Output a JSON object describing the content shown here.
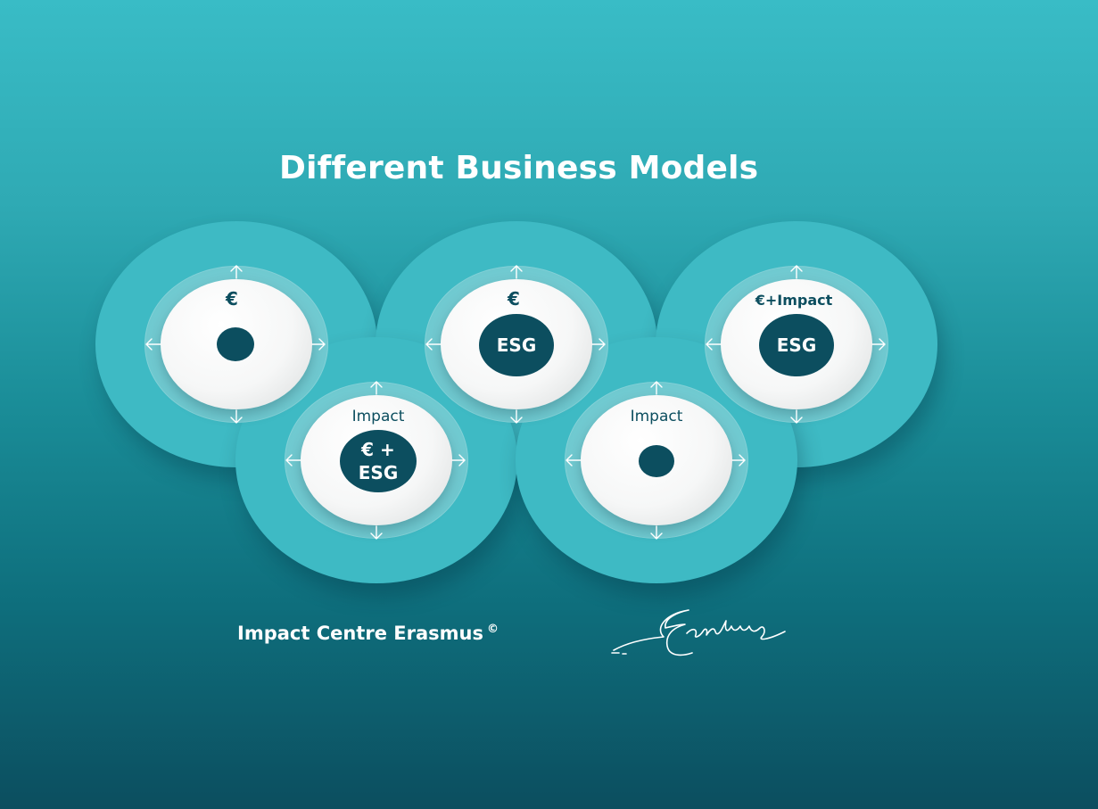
{
  "title": "Different Business Models",
  "colors": {
    "ring": "#3ebac4",
    "core": "#0c4e5f",
    "disc": "#ffffff"
  },
  "models": [
    {
      "top_label": "€",
      "core_label": ""
    },
    {
      "top_label": "€",
      "core_label": "ESG"
    },
    {
      "top_label": "€+Impact",
      "core_label": "ESG"
    },
    {
      "top_label": "Impact",
      "core_label_line1": "€ +",
      "core_label_line2": "ESG"
    },
    {
      "top_label": "Impact",
      "core_label": ""
    }
  ],
  "footer": {
    "org": "Impact Centre Erasmus",
    "copyright": "©"
  },
  "logo": {
    "signature_text": "Erasmus",
    "icon": "erasmus-signature-logo"
  }
}
